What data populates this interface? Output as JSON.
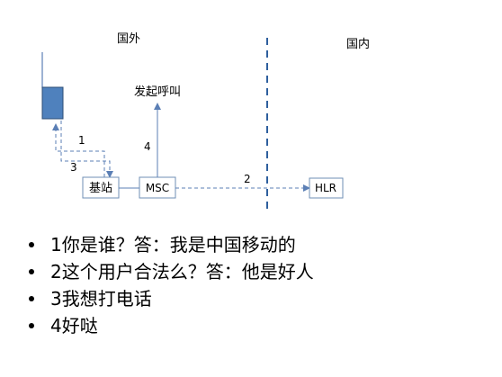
{
  "regions": {
    "abroad": "国外",
    "domestic": "国内"
  },
  "nodes": {
    "base_station": "基站",
    "msc": "MSC",
    "hlr": "HLR",
    "call": "发起呼叫"
  },
  "edge_labels": {
    "one": "1",
    "two": "2",
    "three": "3",
    "four": "4"
  },
  "steps": [
    "1你是谁？答：我是中国移动的",
    "2这个用户合法么？答：他是好人",
    "3我想打电话",
    "4好哒"
  ],
  "colors": {
    "phone_fill": "#4f81bd",
    "phone_stroke": "#2c4d75",
    "line": "#5b7fb5",
    "box_stroke": "#6f8fb5",
    "divider": "#2e5f9e"
  }
}
